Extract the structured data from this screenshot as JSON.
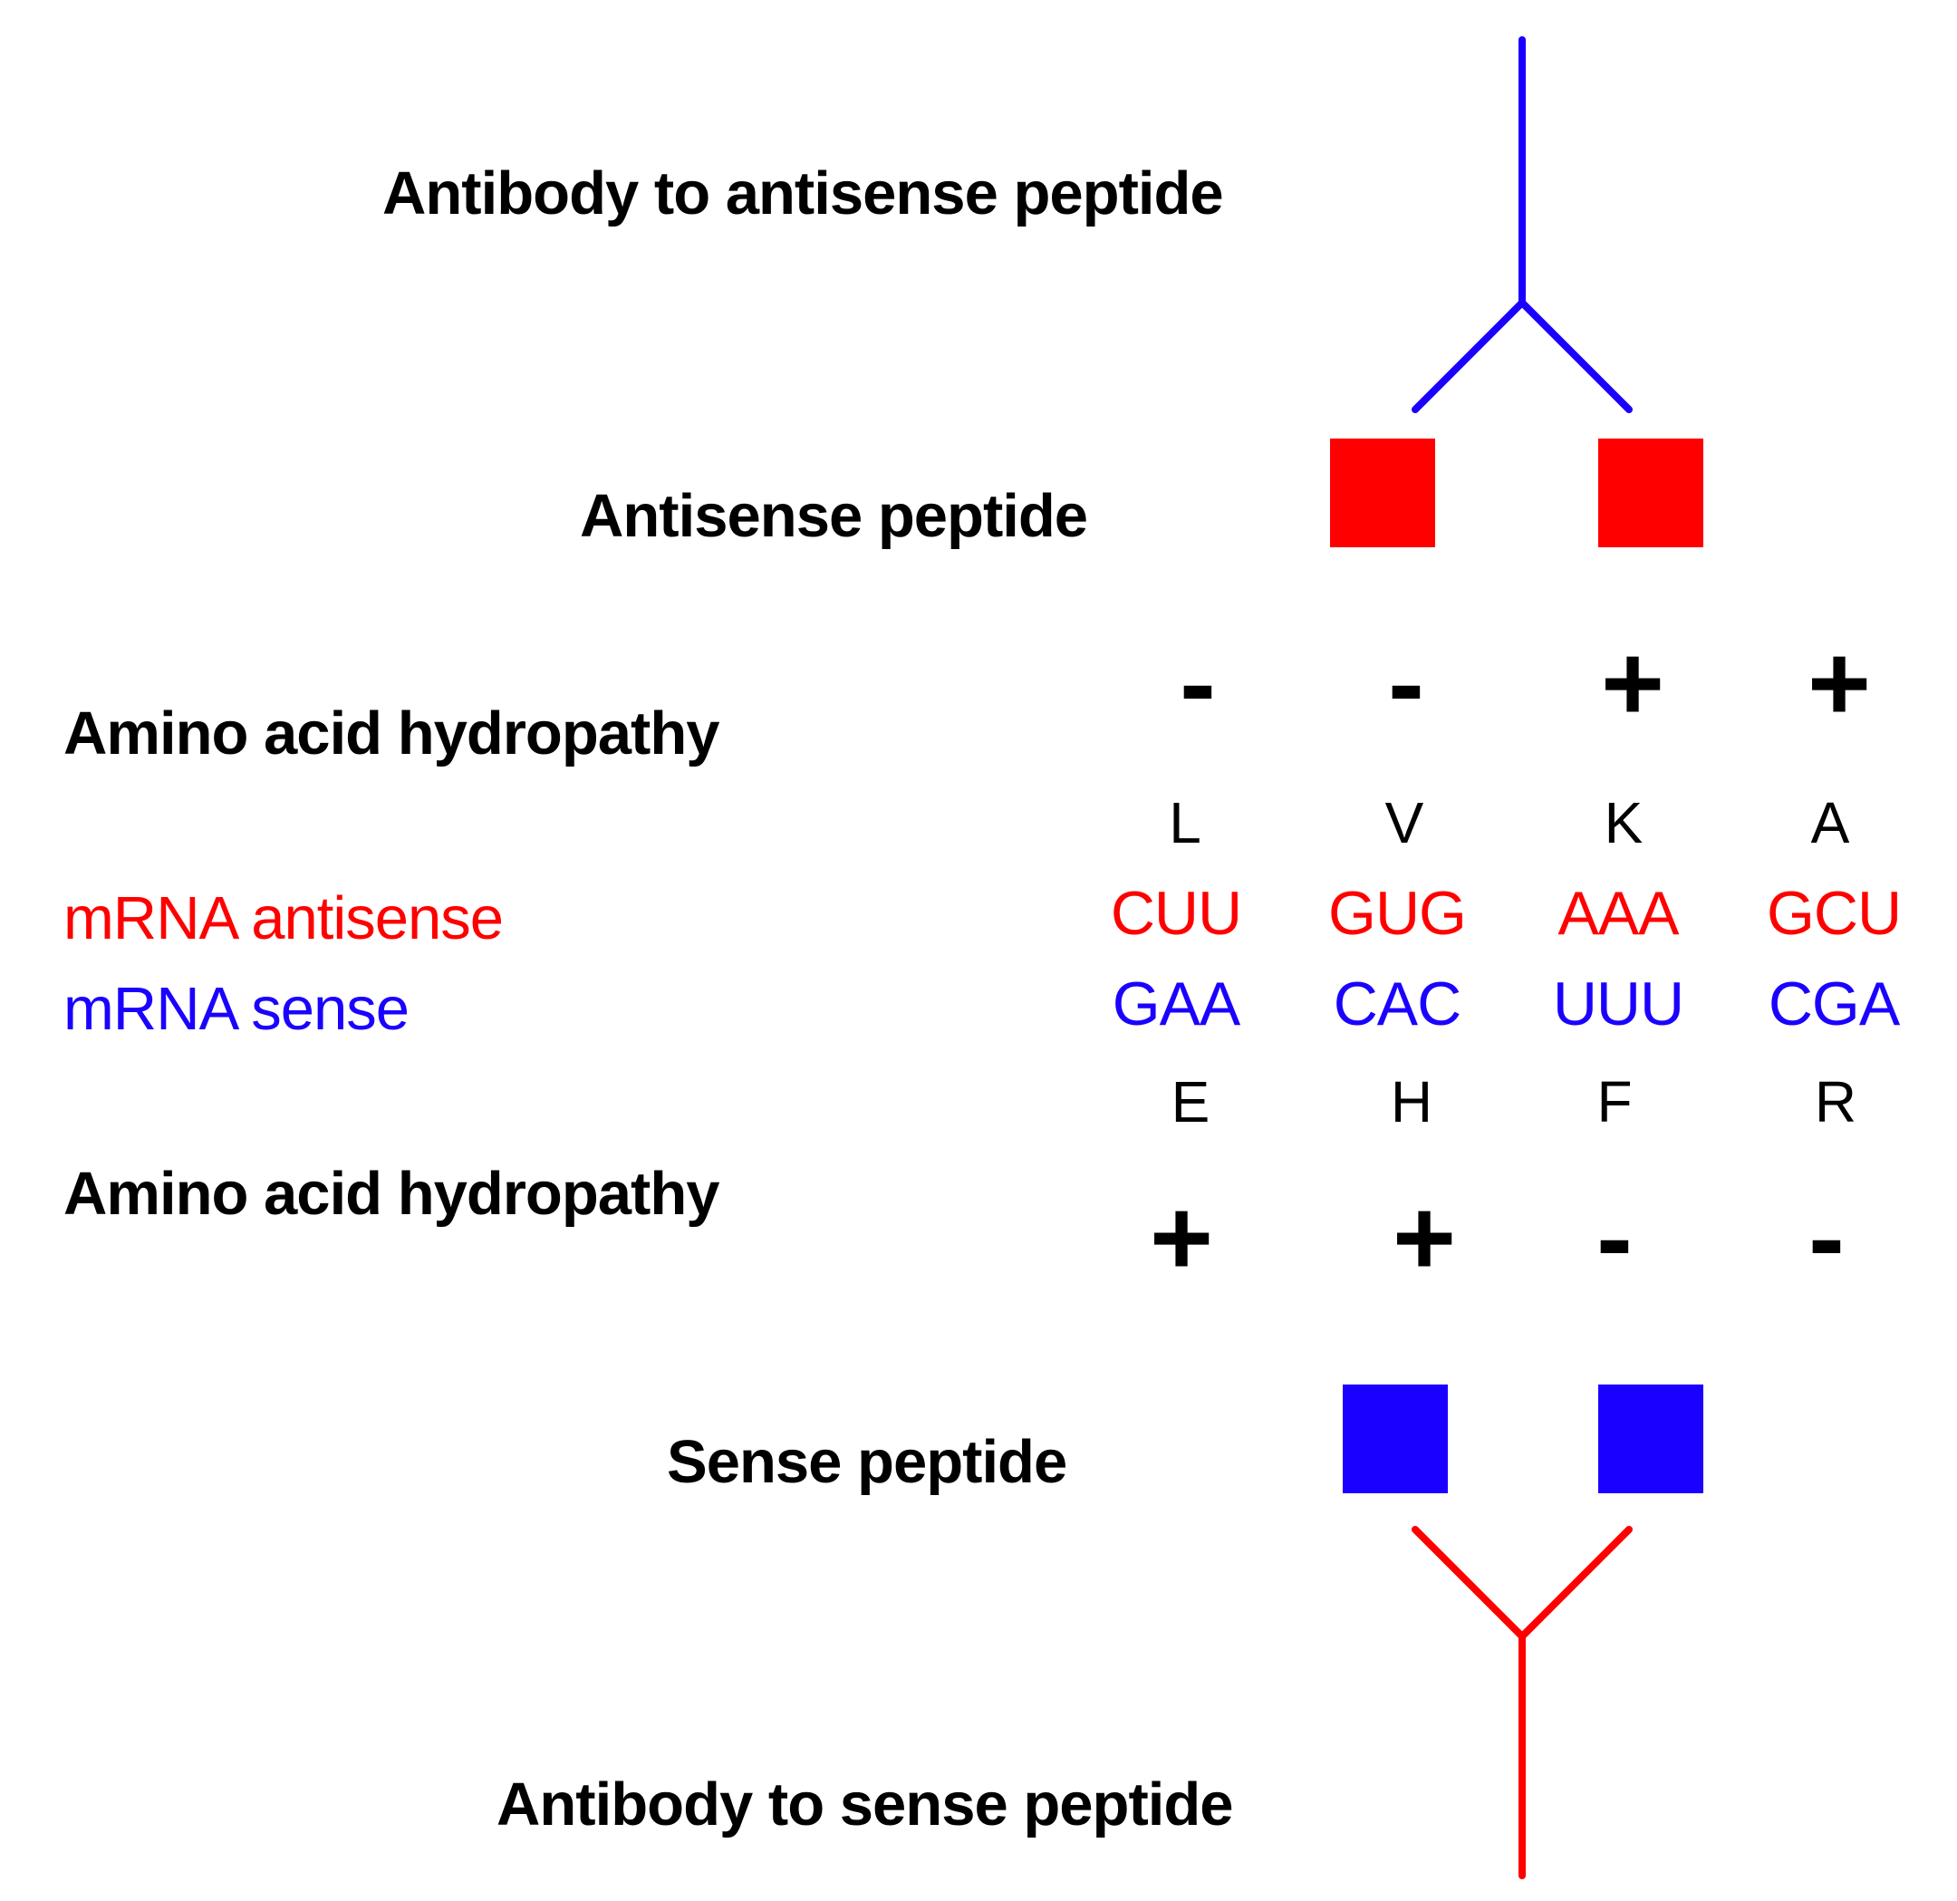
{
  "labels": {
    "antibody_antisense": "Antibody to antisense peptide",
    "antisense_peptide": "Antisense peptide",
    "hydropathy_top": "Amino acid hydropathy",
    "mrna_antisense": "mRNA antisense",
    "mrna_sense": "mRNA sense",
    "hydropathy_bottom": "Amino acid hydropathy",
    "sense_peptide": "Sense peptide",
    "antibody_sense": "Antibody to sense peptide"
  },
  "columns": [
    {
      "hydropathy_top": "-",
      "aa_top": "L",
      "codon_antisense": "CUU",
      "codon_sense": "GAA",
      "aa_bottom": "E",
      "hydropathy_bottom": "+"
    },
    {
      "hydropathy_top": "-",
      "aa_top": "V",
      "codon_antisense": "GUG",
      "codon_sense": "CAC",
      "aa_bottom": "H",
      "hydropathy_bottom": "+"
    },
    {
      "hydropathy_top": "+",
      "aa_top": "K",
      "codon_antisense": "AAA",
      "codon_sense": "UUU",
      "aa_bottom": "F",
      "hydropathy_bottom": "-"
    },
    {
      "hydropathy_top": "+",
      "aa_top": "A",
      "codon_antisense": "GCU",
      "codon_sense": "CGA",
      "aa_bottom": "R",
      "hydropathy_bottom": "-"
    }
  ],
  "colors": {
    "antisense": "#ff0000",
    "sense": "#1a00ff",
    "text": "#000000"
  },
  "icons": {
    "top_antibody": "antibody-y-icon",
    "bottom_antibody": "antibody-y-inverted-icon"
  }
}
